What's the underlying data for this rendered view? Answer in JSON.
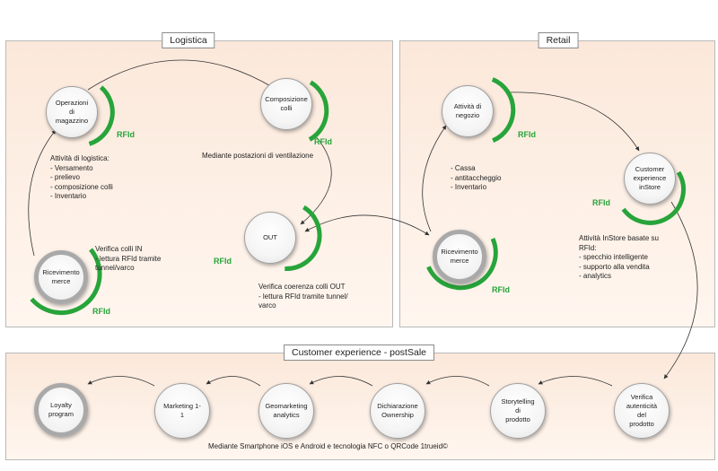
{
  "panels": {
    "logistica": "Logistica",
    "retail": "Retail",
    "postsale": "Customer experience - postSale"
  },
  "rfid_label": "RFId",
  "nodes": {
    "operazioni": [
      "Operazioni di",
      "magazzino"
    ],
    "composizione": [
      "Composizione",
      "colli"
    ],
    "out": [
      "OUT"
    ],
    "ricevimento_log": [
      "Ricevimento",
      "merce"
    ],
    "attivita_negozio": [
      "Attività di",
      "negozio"
    ],
    "customer_instore": [
      "Customer",
      "experience",
      "inStore"
    ],
    "ricevimento_retail": [
      "Ricevimento",
      "merce"
    ],
    "loyalty": [
      "Loyalty",
      "program"
    ],
    "marketing": [
      "Marketing 1-1"
    ],
    "geomarketing": [
      "Geomarketing",
      "analytics"
    ],
    "dichiarazione": [
      "Dichiarazione",
      "Ownership"
    ],
    "storytelling": [
      "Storytelling di",
      "prodotto"
    ],
    "verifica": [
      "Verifica",
      "autenticità del",
      "prodotto"
    ]
  },
  "notes": {
    "logistica_attivita": [
      "Attività di logistica:",
      "- Versamento",
      "- prelievo",
      "- composizione colli",
      "- Inventario"
    ],
    "ventilazione": [
      "Mediante postazioni di ventilazione"
    ],
    "verifica_in": [
      "Verifica colli IN",
      "- lettura RFId tramite",
      "tunnel/varco"
    ],
    "verifica_out": [
      "Verifica coerenza colli OUT",
      "- lettura RFId tramite tunnel/",
      "varco"
    ],
    "negozio_attivita": [
      "- Cassa",
      "- antitaccheggio",
      "- Inventario"
    ],
    "instore_attivita": [
      "Attività InStore basate su",
      "RFId:",
      "- specchio intelligente",
      "- supporto alla vendita",
      "- analytics"
    ]
  },
  "footer": "Mediante Smartphone iOS e Android e tecnologia NFC o QRCode 1trueid©",
  "colors": {
    "green": "#27a43a",
    "panel": "#fbe8da",
    "arrow": "#333333"
  }
}
